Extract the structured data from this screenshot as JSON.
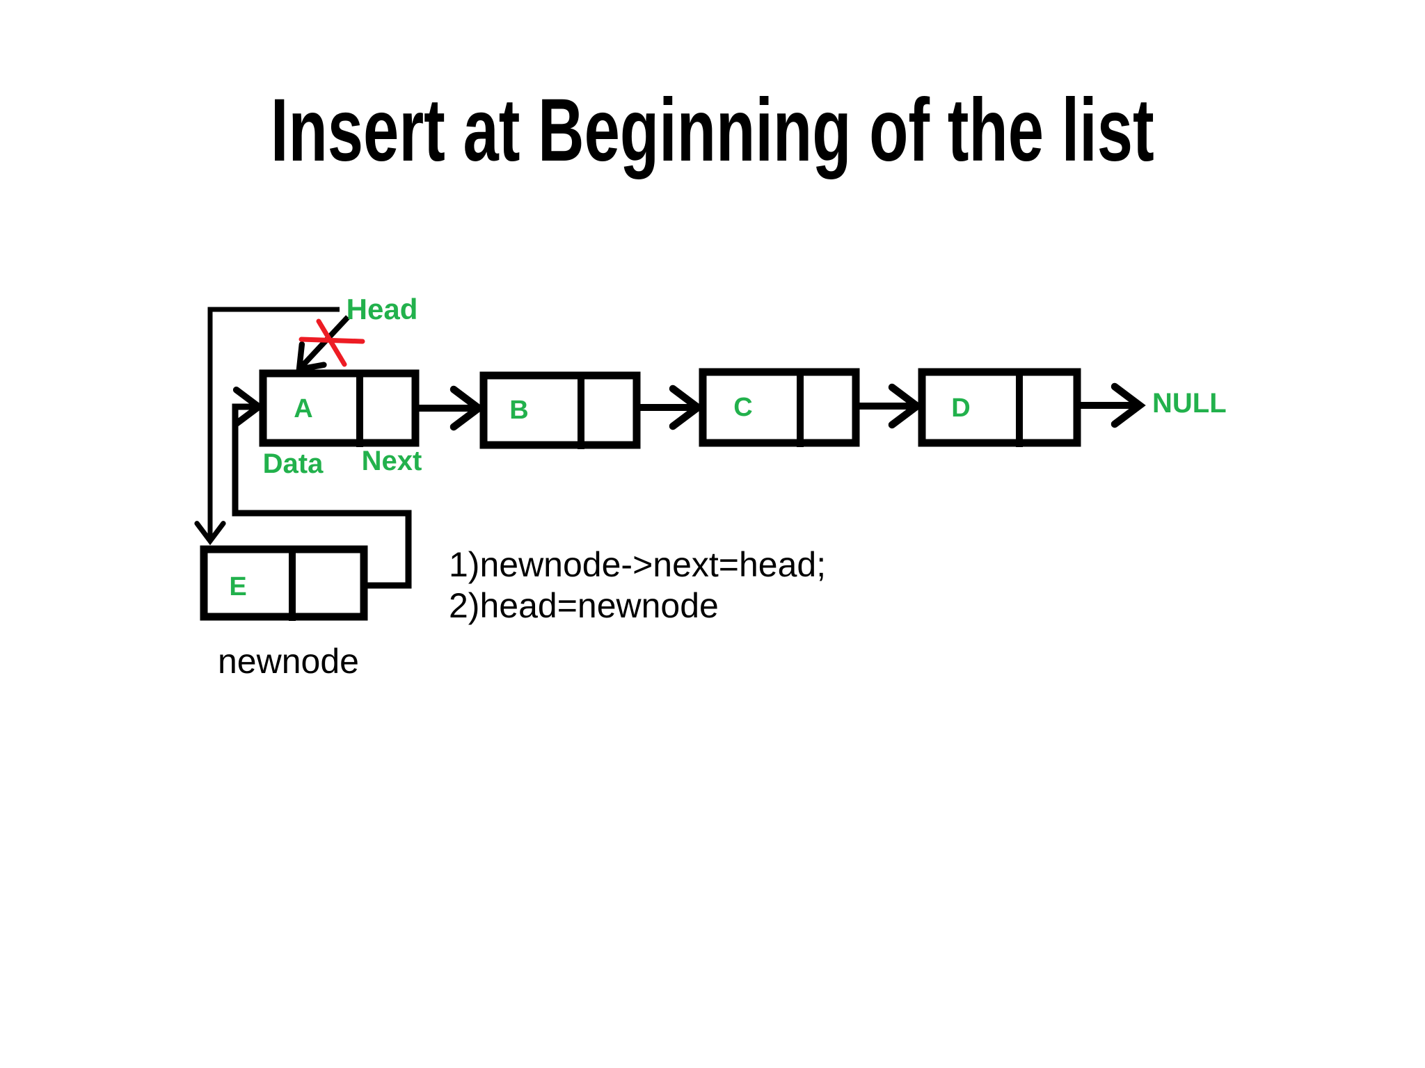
{
  "title": "Insert at Beginning of the list",
  "diagram": {
    "head_label": "Head",
    "data_label": "Data",
    "next_label": "Next",
    "null_label": "NULL",
    "newnode_label": "newnode",
    "nodes": [
      {
        "value": "A"
      },
      {
        "value": "B"
      },
      {
        "value": "C"
      },
      {
        "value": "D"
      },
      {
        "value": "E"
      }
    ],
    "code_lines": [
      "1)newnode->next=head;",
      "2)head=newnode"
    ],
    "colors": {
      "label_green": "#22b14c",
      "cross_red": "#ed1c24",
      "ink_black": "#000000",
      "background": "#ffffff"
    }
  }
}
